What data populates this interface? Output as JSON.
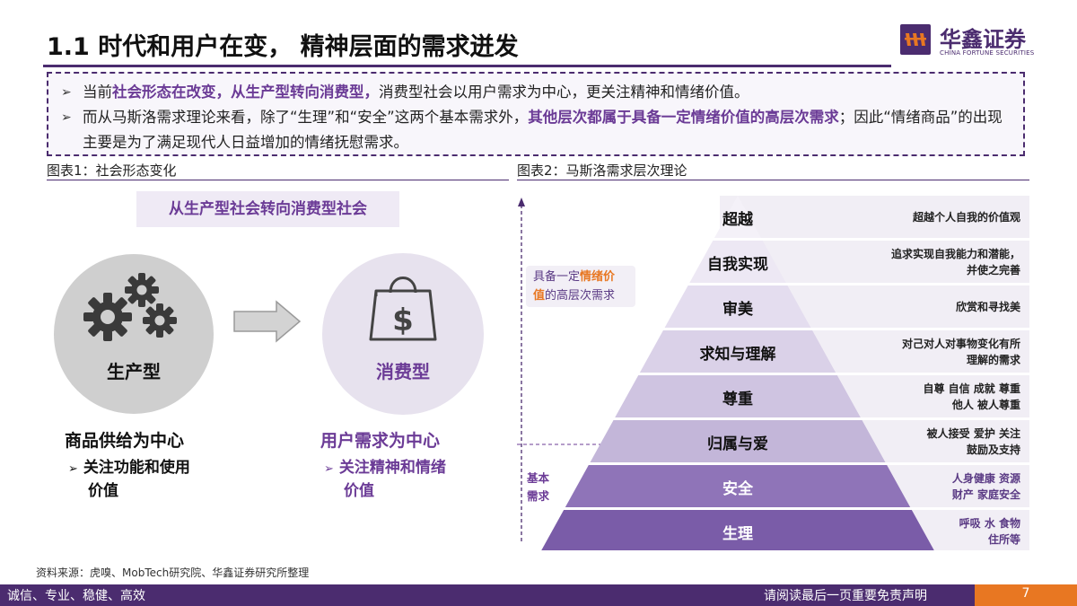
{
  "header": {
    "title": "1.1 时代和用户在变， 精神层面的需求迸发",
    "logo_cn": "华鑫证券",
    "logo_en": "CHINA FORTUNE SECURITIES"
  },
  "summary": {
    "b1_pre": "当前",
    "b1_hl": "社会形态在改变，从生产型转向消费型，",
    "b1_post": "消费型社会以用户需求为中心，更关注精神和情绪价值。",
    "b2_pre": "而从马斯洛需求理论来看，除了“生理”和“安全”这两个基本需求外，",
    "b2_hl": "其他层次都属于具备一定情绪价值的高层次需求",
    "b2_post": "；因此“情绪商品”的出现主要是为了满足现代人日益增加的情绪抚慰需求。"
  },
  "figure1": {
    "caption": "图表1：社会形态变化",
    "subtitle": "从生产型社会转向消费型社会",
    "production": {
      "label": "生产型",
      "heading": "商品供给为中心",
      "bullet_line1": "关注功能和使用",
      "bullet_line2": "价值"
    },
    "consumption": {
      "label": "消费型",
      "heading": "用户需求为中心",
      "bullet_line1": "关注精神和情绪",
      "bullet_line2": "价值"
    }
  },
  "figure2": {
    "caption": "图表2：马斯洛需求层次理论",
    "emotional_note": {
      "pre": "具备一定",
      "hl1": "情绪价",
      "hl2": "值",
      "post": "的高层次需求"
    },
    "basic_note": [
      "基本",
      "需求"
    ],
    "tiers": [
      {
        "name": "超越",
        "desc": [
          "超越个人自我的价值观"
        ]
      },
      {
        "name": "自我实现",
        "desc": [
          "追求实现自我能力和潜能，",
          "并使之完善"
        ]
      },
      {
        "name": "审美",
        "desc": [
          "欣赏和寻找美"
        ]
      },
      {
        "name": "求知与理解",
        "desc": [
          "对己对人对事物变化有所",
          "理解的需求"
        ]
      },
      {
        "name": "尊重",
        "desc": [
          "自尊 自信 成就 尊重",
          "他人 被人尊重"
        ]
      },
      {
        "name": "归属与爱",
        "desc": [
          "被人接受 爱护 关注",
          "鼓励及支持"
        ]
      },
      {
        "name": "安全",
        "desc": [
          "人身健康 资源",
          "财产 家庭安全"
        ]
      },
      {
        "name": "生理",
        "desc": [
          "呼吸 水 食物",
          "住所等"
        ]
      }
    ]
  },
  "footer": {
    "source": "资料来源：虎嗅、MobTech研究院、华鑫证券研究所整理",
    "motto": "诚信、专业、稳健、高效",
    "disclaimer": "请阅读最后一页重要免责声明",
    "page": "7"
  },
  "colors": {
    "brand_purple": "#4b2c6f",
    "highlight_purple": "#6b3b96",
    "accent_orange": "#e87722"
  }
}
